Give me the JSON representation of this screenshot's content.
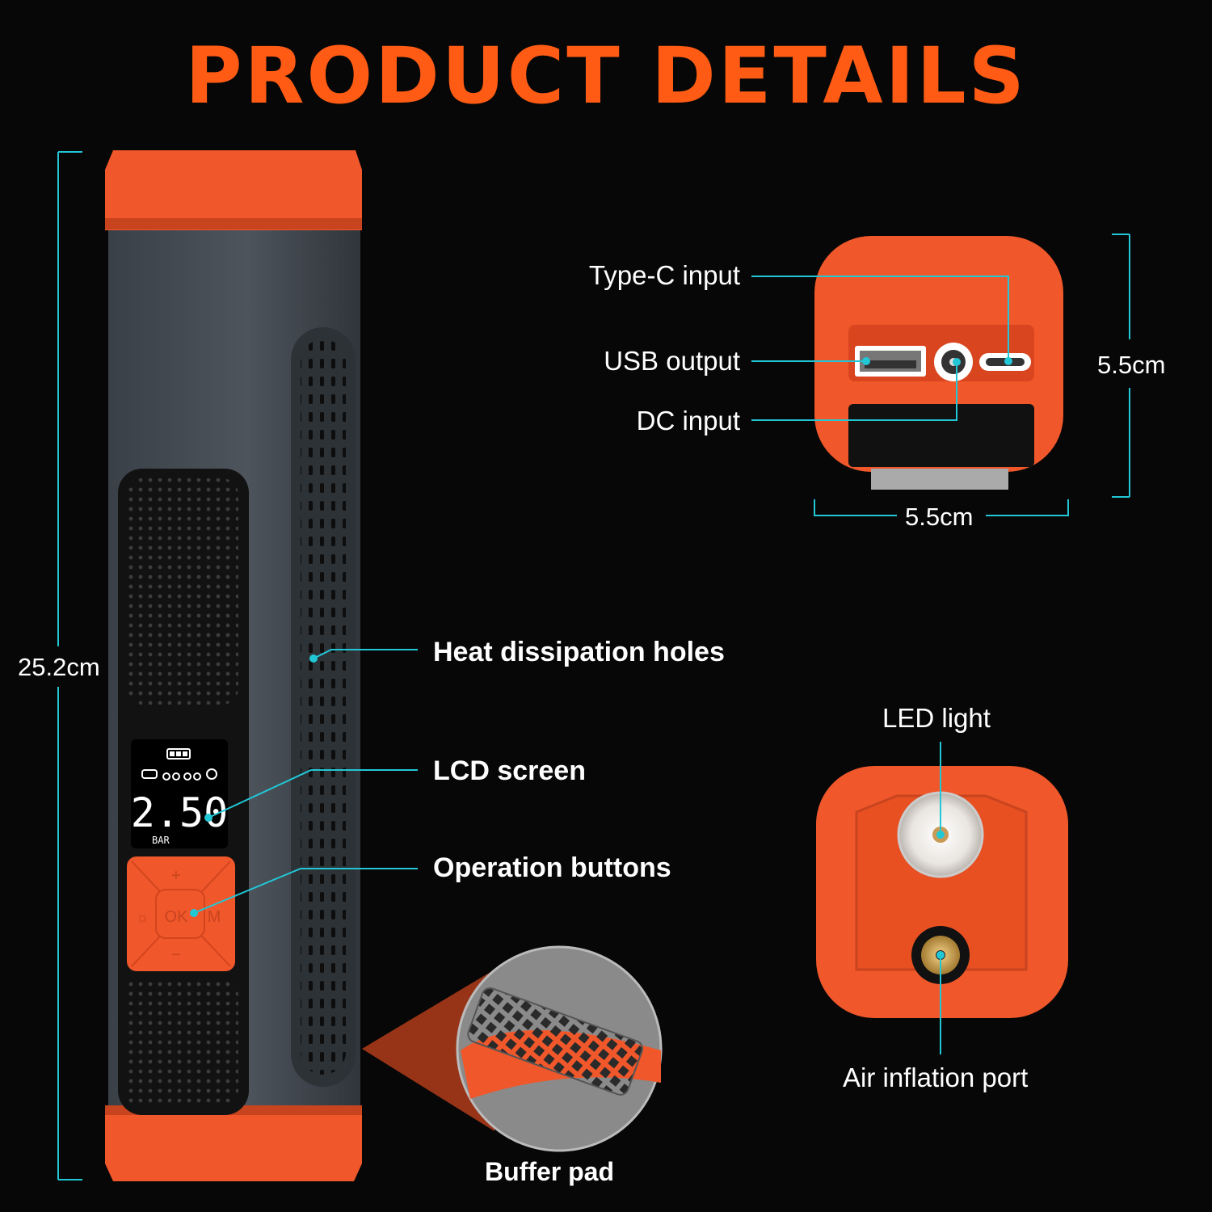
{
  "title": "PRODUCT DETAILS",
  "colors": {
    "accent": "#ff5b14",
    "body_orange": "#f0572a",
    "guide_line": "#22c7d6",
    "background": "#070707"
  },
  "dimensions": {
    "height": "25.2cm",
    "port_width": "5.5cm",
    "port_height": "5.5cm"
  },
  "callouts": {
    "heat": "Heat dissipation holes",
    "lcd": "LCD screen",
    "buttons": "Operation buttons",
    "buffer": "Buffer pad",
    "typec": "Type-C input",
    "usb": "USB output",
    "dc": "DC input",
    "led": "LED light",
    "air": "Air inflation port"
  },
  "lcd": {
    "reading": "2.50",
    "unit": "BAR"
  },
  "buttons": {
    "plus": "+",
    "minus": "−",
    "ok": "OK",
    "mode": "M",
    "light": "☼"
  },
  "icons": [
    "battery-icon",
    "car-icon",
    "motorcycle-icon",
    "bicycle-icon",
    "ball-icon"
  ]
}
